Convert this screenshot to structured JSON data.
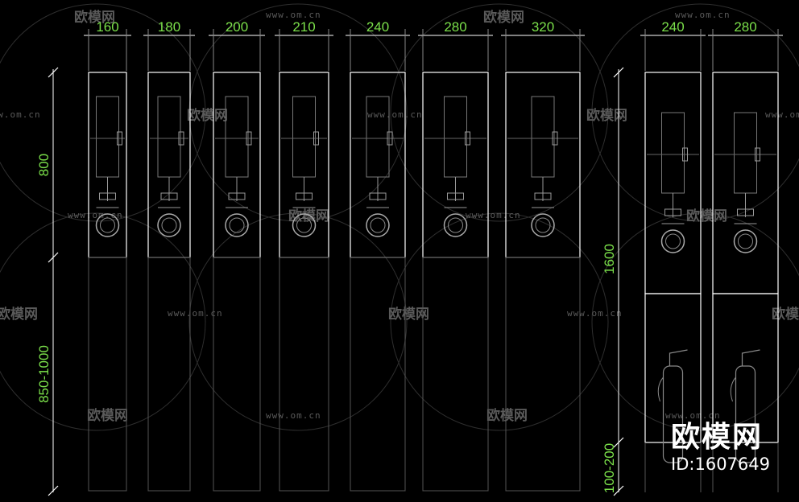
{
  "watermark": {
    "brand": "欧模网",
    "url": "www.om.cn"
  },
  "brand_logo": {
    "name": "欧模网",
    "id_label": "ID:1607649"
  },
  "widths": [
    "160",
    "180",
    "200",
    "210",
    "240",
    "280",
    "320"
  ],
  "widths_right": [
    "240",
    "280"
  ],
  "heights_left": {
    "upper": "800",
    "lower": "850-1000"
  },
  "heights_right": {
    "upper": "1600",
    "lower": "100-200"
  },
  "colors": {
    "line": "#ffffff",
    "dimension": "#7be04a",
    "watermark": "#5a5a5a",
    "background": "#000000"
  }
}
